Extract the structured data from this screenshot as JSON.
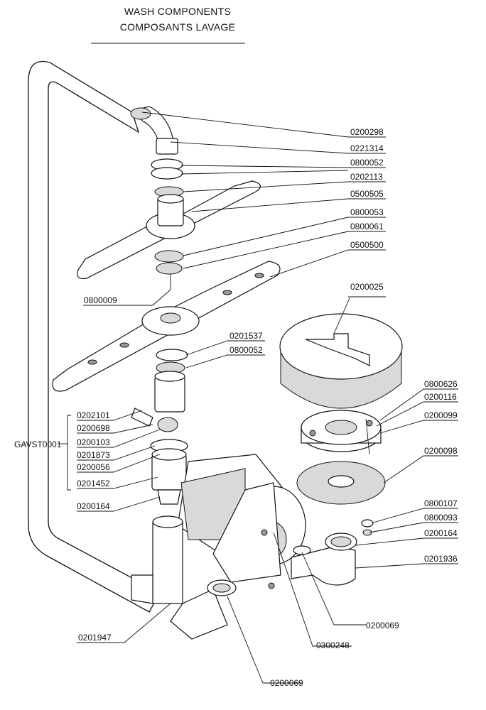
{
  "title": {
    "en": "WASH COMPONENTS",
    "fr": "COMPOSANTS LAVAGE"
  },
  "parts": {
    "p0200298": "0200298",
    "p0221314": "0221314",
    "p0800052a": "0800052",
    "p0202113": "0202113",
    "p0500505": "0500505",
    "p0800053": "0800053",
    "p0800061": "0800061",
    "p0500500": "0500500",
    "p0800009": "0800009",
    "p0200025": "0200025",
    "p0201537": "0201537",
    "p0800052b": "0800052",
    "p0800626": "0800626",
    "p0200116": "0200116",
    "p0200099": "0200099",
    "p0200098": "0200098",
    "p0202101": "0202101",
    "p0200698": "0200698",
    "p0200103": "0200103",
    "p0201873": "0201873",
    "p0200056": "0200056",
    "p0201452": "0201452",
    "pGAVST0001": "GAVST0001",
    "p0200164a": "0200164",
    "p0800107": "0800107",
    "p0800093": "0800093",
    "p0200164b": "0200164",
    "p0201936": "0201936",
    "p0200069a": "0200069",
    "p0300248": "0300248",
    "p0201947": "0201947",
    "p0200069b": "0200069"
  }
}
